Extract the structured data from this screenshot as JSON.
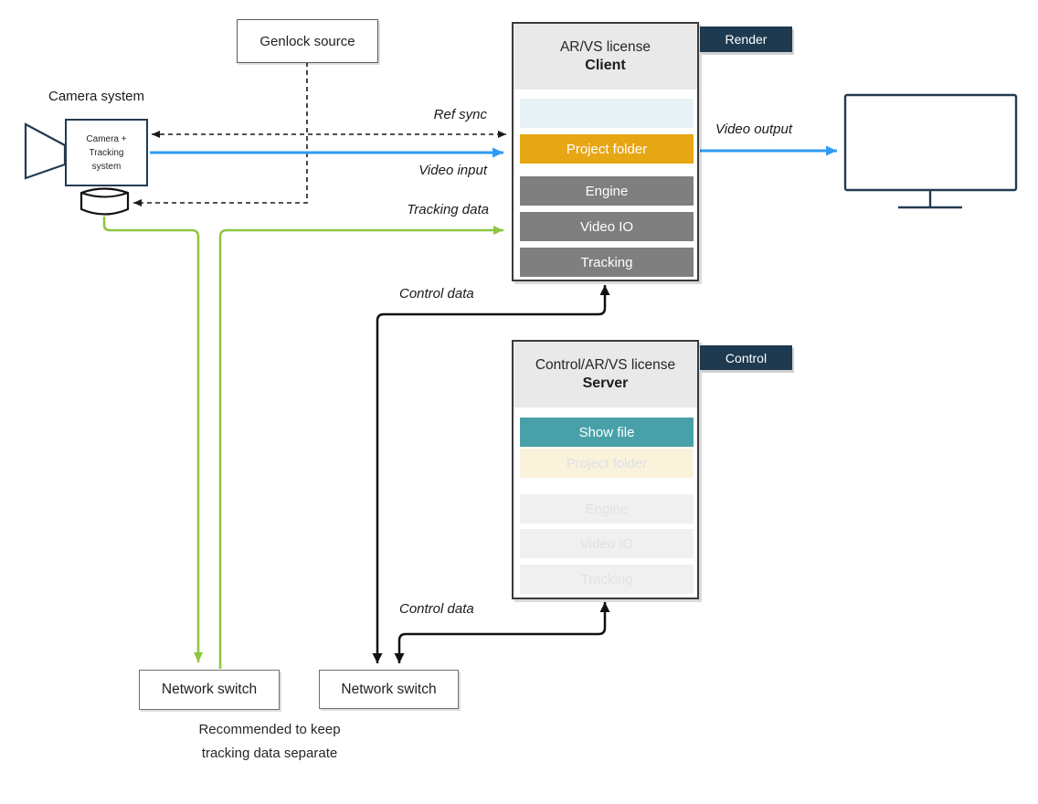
{
  "palette": {
    "blue": "#2F9BF4",
    "green": "#8DC63F",
    "navy": "#1D3A50",
    "amber": "#E7A614",
    "teal": "#48A1A8",
    "module_gray": "#7F7F7F"
  },
  "camera": {
    "title": "Camera system",
    "box_line1": "Camera +",
    "box_line2": "Tracking",
    "box_line3": "system"
  },
  "genlock": {
    "label": "Genlock source"
  },
  "client": {
    "header_line1": "AR/VS license",
    "header_line2": "Client",
    "tag": "Render",
    "rows": [
      {
        "label": ""
      },
      {
        "label": "Project folder"
      },
      {
        "label": "Engine"
      },
      {
        "label": "Video IO"
      },
      {
        "label": "Tracking"
      }
    ]
  },
  "server": {
    "header_line1": "Control/AR/VS license",
    "header_line2": "Server",
    "tag": "Control",
    "rows": [
      {
        "label": "Show file"
      },
      {
        "label": "Project folder"
      },
      {
        "label": "Engine"
      },
      {
        "label": "Video IO"
      },
      {
        "label": "Tracking"
      }
    ]
  },
  "edges": {
    "ref_sync": "Ref sync",
    "video_input": "Video input",
    "tracking_data": "Tracking data",
    "video_output": "Video output",
    "control_data_client": "Control data",
    "control_data_server": "Control data"
  },
  "switches": {
    "tracking": {
      "label": "Network switch"
    },
    "control": {
      "label": "Network switch"
    }
  },
  "note": {
    "line1": "Recommended to keep",
    "line2": "tracking data separate"
  }
}
